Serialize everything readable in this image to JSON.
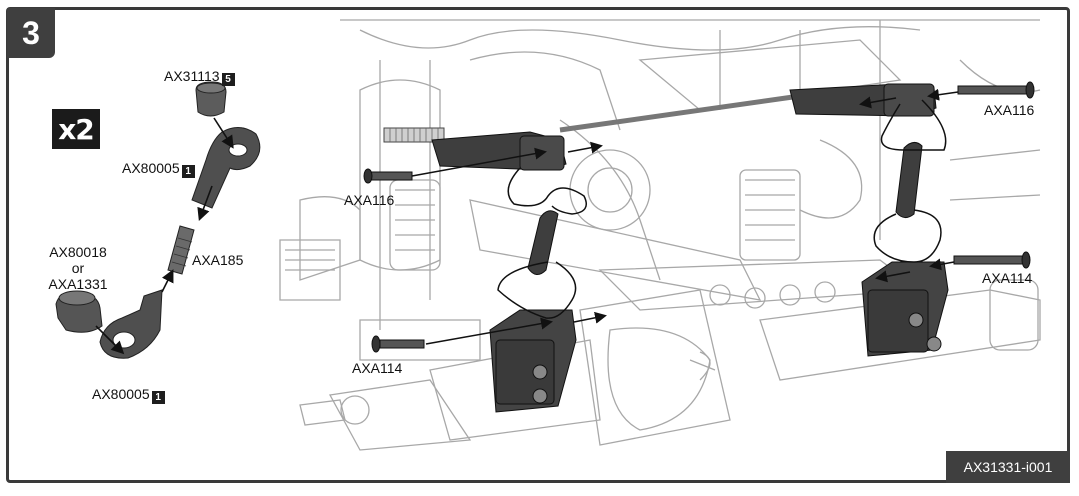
{
  "step": {
    "number": "3"
  },
  "quantity": {
    "label": "x2"
  },
  "parts": {
    "ax31113": {
      "code": "AX31113",
      "bag": "5"
    },
    "ax80005_top": {
      "code": "AX80005",
      "bag": "1"
    },
    "axa185": {
      "code": "AXA185"
    },
    "ax80018": {
      "code": "AX80018",
      "or": "or",
      "alt_code": "AXA1331"
    },
    "ax80005_bottom": {
      "code": "AX80005",
      "bag": "1"
    },
    "axa116_right": {
      "code": "AXA116"
    },
    "axa116_left": {
      "code": "AXA116"
    },
    "axa114_right": {
      "code": "AXA114"
    },
    "axa114_left": {
      "code": "AXA114"
    }
  },
  "footer": {
    "code": "AX31331-i001"
  },
  "colors": {
    "badge": "#3f3f3f",
    "part_fill": "#5a5a5a",
    "line_art": "#9a9a9a",
    "frame": "#3a3a3a"
  }
}
